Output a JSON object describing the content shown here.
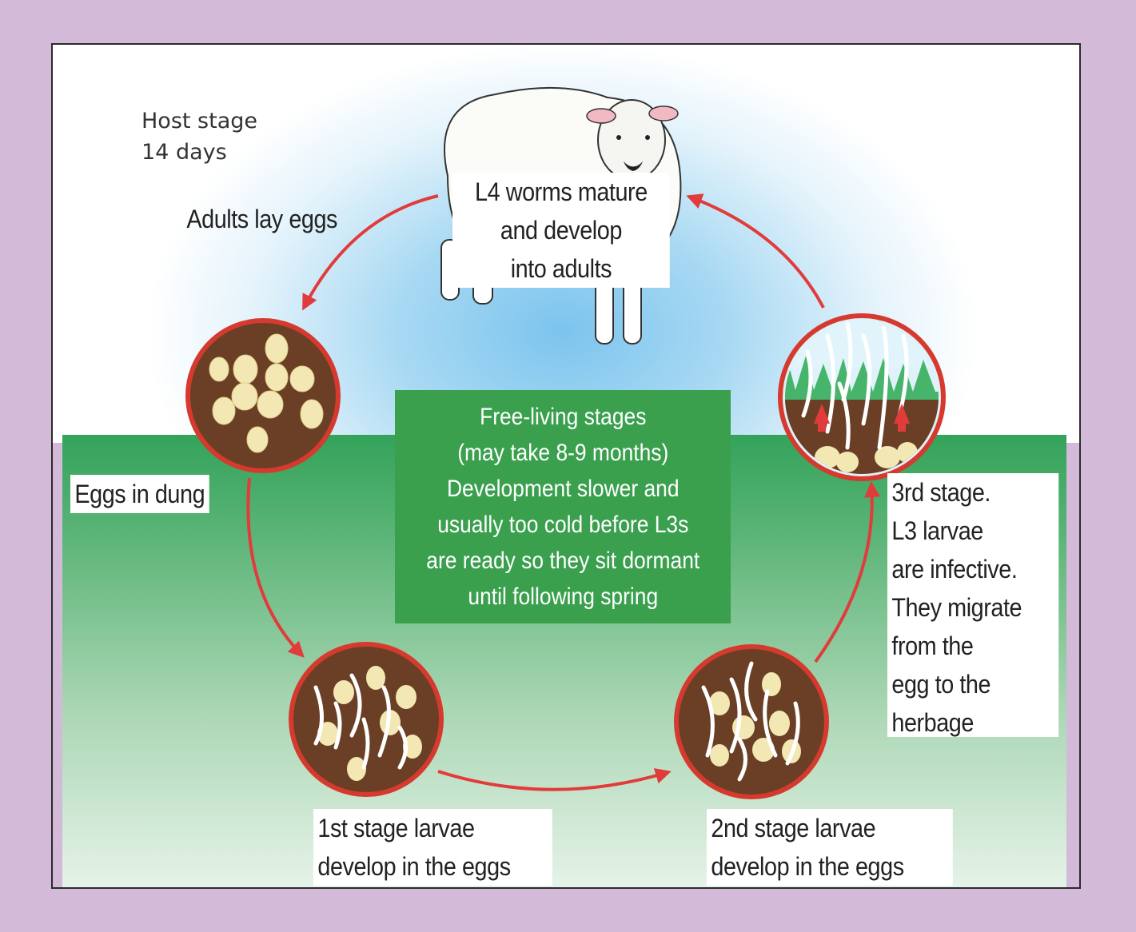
{
  "labels": {
    "host_stage": "Host stage\n14 days",
    "adults_lay_eggs": "Adults lay eggs",
    "l4_mature": "L4 worms mature\nand develop\ninto adults",
    "eggs_in_dung": "Eggs in dung",
    "first_stage": "1st stage larvae\ndevelop in the eggs",
    "second_stage": "2nd stage larvae\ndevelop in the eggs",
    "third_stage": "3rd stage.\nL3 larvae\nare infective.\nThey migrate\nfrom the\negg to the\nherbage",
    "free_living": "Free-living stages\n(may take 8-9 months)\nDevelopment slower and\nusually too cold before L3s\nare ready so they sit dormant\nuntil following spring"
  },
  "colors": {
    "arrow": "#e23b3b",
    "circle_fill": "#6b3f26",
    "circle_border": "#d63a2f",
    "green_box": "#3aa04e",
    "egg": "#f3e7b3"
  }
}
